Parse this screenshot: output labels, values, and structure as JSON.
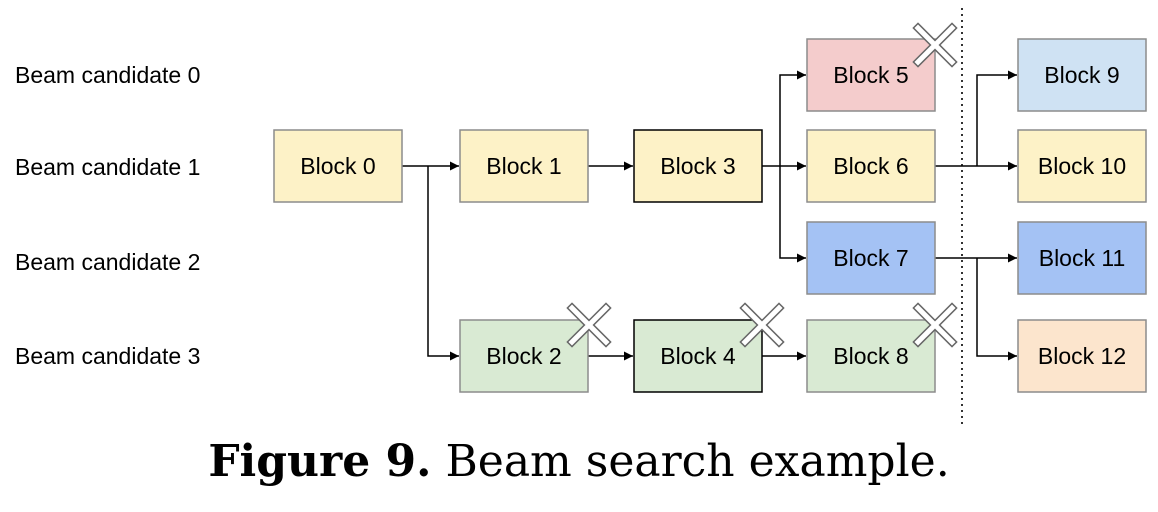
{
  "row_labels": [
    "Beam candidate 0",
    "Beam candidate 1",
    "Beam candidate 2",
    "Beam candidate 3"
  ],
  "blocks": [
    {
      "id": "b0",
      "label": "Block 0",
      "fill": "#fdf2c7",
      "pruned": false
    },
    {
      "id": "b1",
      "label": "Block 1",
      "fill": "#fdf2c7",
      "pruned": false
    },
    {
      "id": "b3",
      "label": "Block 3",
      "fill": "#fdf2c7",
      "pruned": false
    },
    {
      "id": "b2",
      "label": "Block 2",
      "fill": "#d9ead3",
      "pruned": true
    },
    {
      "id": "b4",
      "label": "Block 4",
      "fill": "#d9ead3",
      "pruned": true
    },
    {
      "id": "b5",
      "label": "Block 5",
      "fill": "#f4cccc",
      "pruned": true
    },
    {
      "id": "b6",
      "label": "Block 6",
      "fill": "#fdf2c7",
      "pruned": false
    },
    {
      "id": "b7",
      "label": "Block 7",
      "fill": "#a4c2f4",
      "pruned": false
    },
    {
      "id": "b8",
      "label": "Block 8",
      "fill": "#d9ead3",
      "pruned": true
    },
    {
      "id": "b9",
      "label": "Block 9",
      "fill": "#cfe2f3",
      "pruned": false
    },
    {
      "id": "b10",
      "label": "Block 10",
      "fill": "#fdf2c7",
      "pruned": false
    },
    {
      "id": "b11",
      "label": "Block 11",
      "fill": "#a4c2f4",
      "pruned": false
    },
    {
      "id": "b12",
      "label": "Block 12",
      "fill": "#fce5cd",
      "pruned": false
    }
  ],
  "caption": {
    "bold": "Figure 9.",
    "text": " Beam search example."
  }
}
